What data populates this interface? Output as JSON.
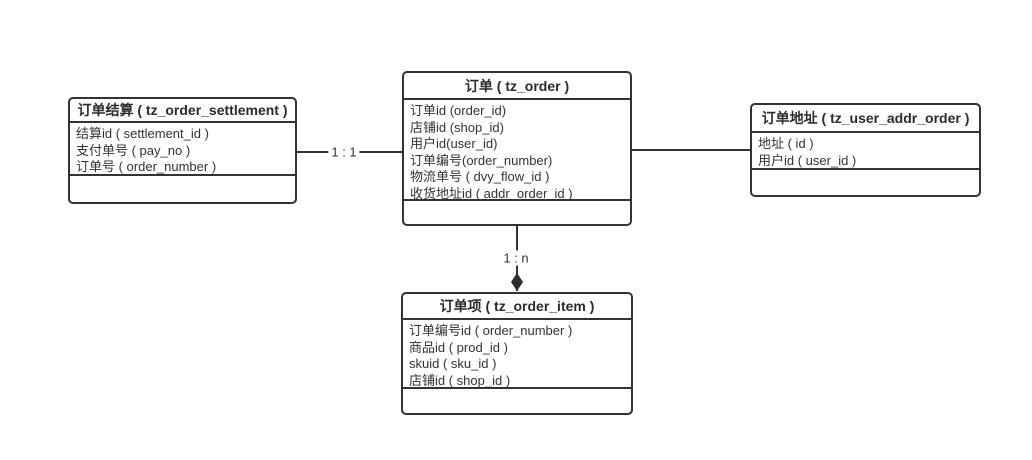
{
  "canvas": {
    "background_color": "#ffffff",
    "line_color": "#333333",
    "text_color": "#333333"
  },
  "entities": [
    {
      "name": "order-settlement",
      "title": "订单结算 ( tz_order_settlement )",
      "fields": [
        "结算id ( settlement_id )",
        "支付单号 ( pay_no )",
        "订单号 ( order_number )"
      ]
    },
    {
      "name": "order",
      "title": "订单 ( tz_order )",
      "fields": [
        "订单id (order_id)",
        "店铺id (shop_id)",
        "用户id(user_id)",
        "订单编号(order_number)",
        "物流单号 ( dvy_flow_id )",
        "收货地址id ( addr_order_id )"
      ]
    },
    {
      "name": "user-addr-order",
      "title": "订单地址 ( tz_user_addr_order )",
      "fields": [
        "地址 ( id )",
        "用户id ( user_id )"
      ]
    },
    {
      "name": "order-item",
      "title": "订单项 ( tz_order_item )",
      "fields": [
        "订单编号id ( order_number )",
        "商品id ( prod_id )",
        "skuid ( sku_id )",
        "店铺id ( shop_id )"
      ]
    }
  ],
  "connectors": {
    "settlement_to_order_label": "1 : 1",
    "order_to_item_label": "1 : n"
  }
}
